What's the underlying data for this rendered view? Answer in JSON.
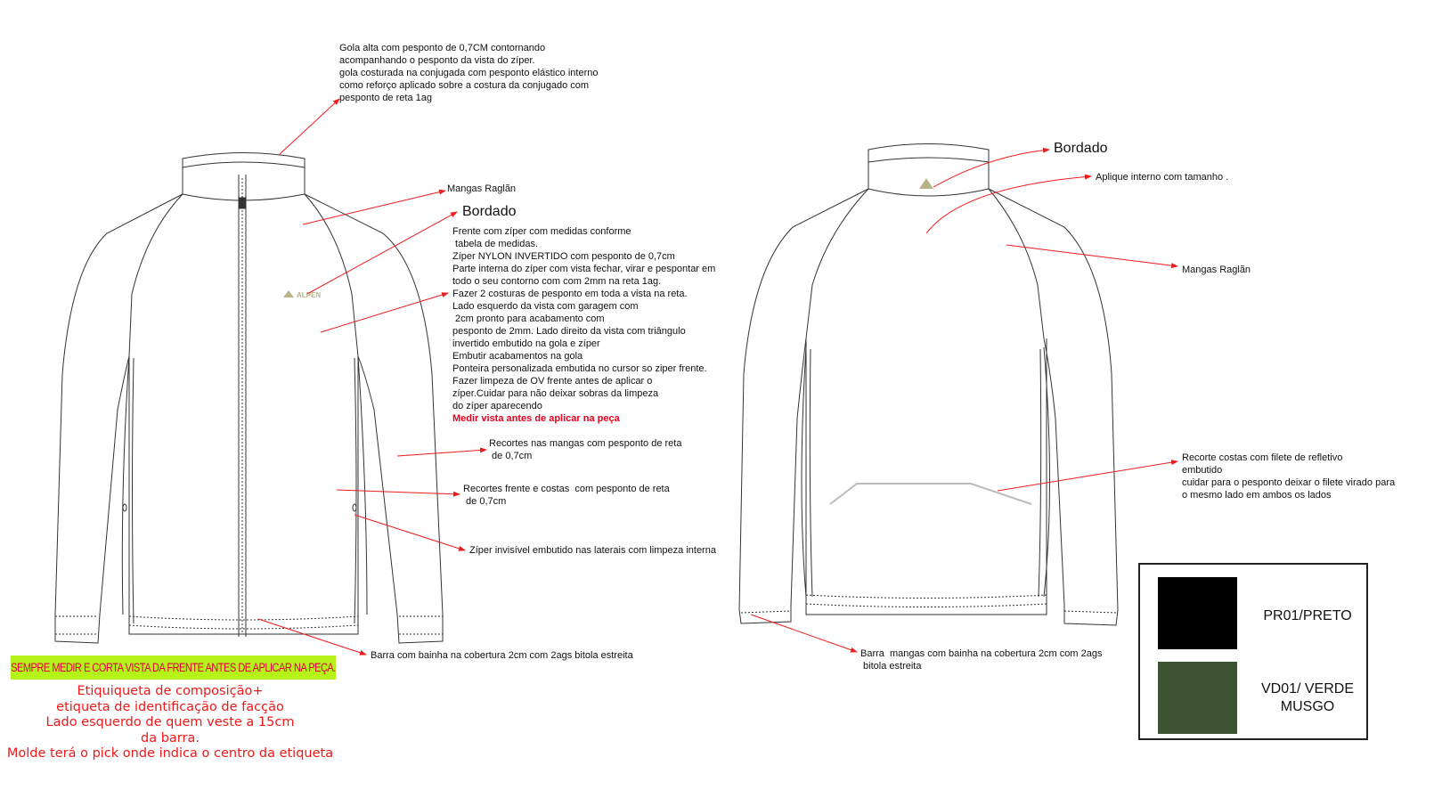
{
  "notes": {
    "gola": "Gola alta com pesponto de 0,7CM contornando\nacompanhando o pesponto da vista do zíper.\ngola costurada na conjugada com pesponto elástico interno\ncomo reforço aplicado sobre a costura da conjugado com\npesponto de reta 1ag",
    "mangas_front": "Mangas Raglãn",
    "bordado_front": "Bordado",
    "frente": "Frente com zíper com medidas conforme\n tabela de medidas.\nZíper NYLON INVERTIDO com pesponto de 0,7cm\nParte interna do zíper com vista fechar, virar e pespontar em\ntodo o seu contorno com com 2mm na reta 1ag.\nFazer 2 costuras de pesponto em toda a vista na reta.\nLado esquerdo da vista com garagem com\n 2cm pronto para acabamento com\npesponto de 2mm. Lado direito da vista com triângulo\ninvertido embutido na gola e zíper\nEmbutir acabamentos na gola\nPonteira personalizada embutida no cursor so ziper frente.\nFazer limpeza de OV frente antes de aplicar o\nzíper.Cuidar para não deixar sobras da limpeza\ndo zíper aparecendo",
    "medir": "Medir vista antes de aplicar na peça",
    "recortes_mangas": "Recortes nas mangas com pesponto de reta\n de 0,7cm",
    "recortes_frente": "Recortes frente e costas  com pesponto de reta\n de 0,7cm",
    "ziper_invisivel": "Zíper invisível embutido nas laterais com limpeza interna",
    "barra_front": "Barra com bainha na cobertura 2cm com 2ags bitola estreita",
    "bordado_back": "Bordado",
    "aplique": "Aplique interno com tamanho .",
    "mangas_back": "Mangas Raglãn",
    "recorte_costas": "Recorte costas com filete de refletivo\nembutido\ncuidar para o pesponto deixar o filete virado para\no mesmo lado em ambos os lados",
    "barra_back": "Barra  mangas com bainha na cobertura 2cm com 2ags\n bitola estreita"
  },
  "banner": "SEMPRE MEDIR E CORTA VISTA DA FRENTE ANTES DE APLICAR NA PEÇA.",
  "label_instructions": [
    "Etiquiqueta de composição+",
    "etiqueta de identificação de facção",
    "Lado esquerdo de quem veste a 15cm",
    "da barra.",
    "Molde terá o pick onde indica o centro da etiqueta"
  ],
  "logo": "ALPEN",
  "colors": [
    {
      "code": "PR01/PRETO",
      "hex": "#000000"
    },
    {
      "code": "VD01/ VERDE\nMUSGO",
      "hex": "#3d5232"
    }
  ],
  "line_color": "#ee1c1c"
}
